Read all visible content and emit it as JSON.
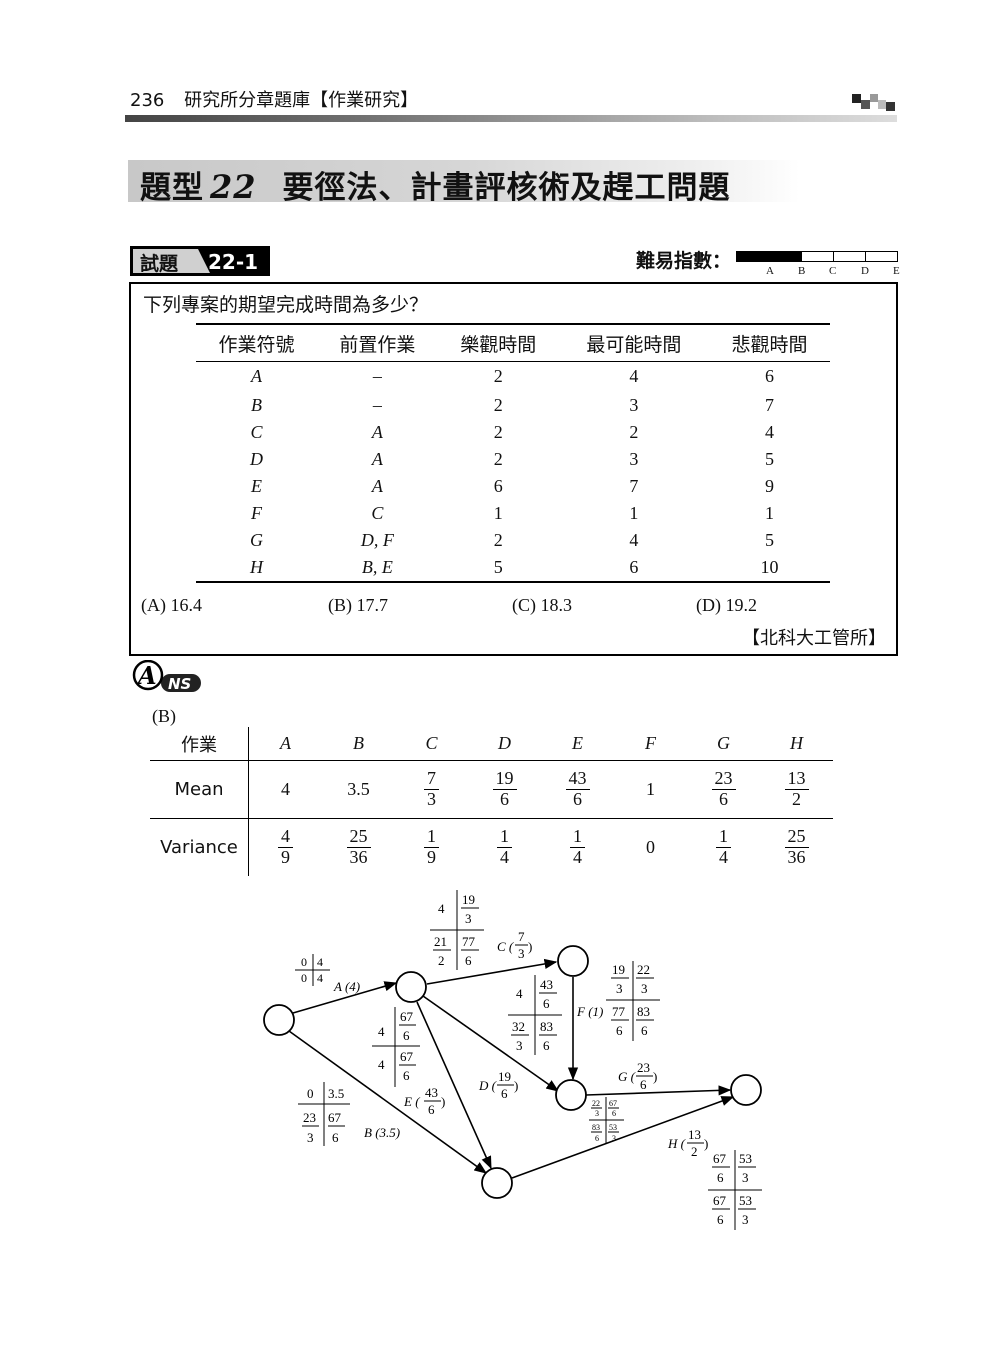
{
  "header": {
    "page_number": "236",
    "book_title": "研究所分章題庫【作業研究】"
  },
  "chapter": {
    "prefix": "題型",
    "number": "22",
    "title": "要徑法、計畫評核術及趕工問題"
  },
  "question": {
    "tag_label": "試題",
    "tag_number": "22-1",
    "difficulty_label": "難易指數：",
    "difficulty_level_fraction": 0.4,
    "difficulty_letters": [
      "A",
      "B",
      "C",
      "D",
      "E"
    ],
    "text": "下列專案的期望完成時間為多少？",
    "table": {
      "headers": [
        "作業符號",
        "前置作業",
        "樂觀時間",
        "最可能時間",
        "悲觀時間"
      ],
      "rows": [
        [
          "A",
          "–",
          "2",
          "4",
          "6"
        ],
        [
          "B",
          "–",
          "2",
          "3",
          "7"
        ],
        [
          "C",
          "A",
          "2",
          "2",
          "4"
        ],
        [
          "D",
          "A",
          "2",
          "3",
          "5"
        ],
        [
          "E",
          "A",
          "6",
          "7",
          "9"
        ],
        [
          "F",
          "C",
          "1",
          "1",
          "1"
        ],
        [
          "G",
          "D, F",
          "2",
          "4",
          "5"
        ],
        [
          "H",
          "B, E",
          "5",
          "6",
          "10"
        ]
      ]
    },
    "options": [
      "(A) 16.4",
      "(B) 17.7",
      "(C) 18.3",
      "(D) 19.2"
    ],
    "source": "【北科大工管所】"
  },
  "answer": {
    "logo_text": "NS",
    "logo_letter": "A",
    "choice": "(B)",
    "table": {
      "header_label": "作業",
      "activities": [
        "A",
        "B",
        "C",
        "D",
        "E",
        "F",
        "G",
        "H"
      ],
      "mean_label": "Mean",
      "variance_label": "Variance",
      "mean": [
        [
          "4"
        ],
        [
          "3.5"
        ],
        [
          "7",
          "3"
        ],
        [
          "19",
          "6"
        ],
        [
          "43",
          "6"
        ],
        [
          "1"
        ],
        [
          "23",
          "6"
        ],
        [
          "13",
          "2"
        ]
      ],
      "variance": [
        [
          "4",
          "9"
        ],
        [
          "25",
          "36"
        ],
        [
          "1",
          "9"
        ],
        [
          "1",
          "4"
        ],
        [
          "1",
          "4"
        ],
        [
          "0"
        ],
        [
          "1",
          "4"
        ],
        [
          "25",
          "36"
        ]
      ]
    },
    "network": {
      "arc_labels": {
        "A": "A (4)",
        "B": "B (3.5)",
        "F": "F (1)",
        "C": [
          "C (",
          "7",
          "3",
          ")"
        ],
        "D": [
          "D (",
          "19",
          "6",
          ")"
        ],
        "E": [
          "E (",
          "43",
          "6",
          ")"
        ],
        "G": [
          "G (",
          "23",
          "6",
          ")"
        ],
        "H": [
          "H (",
          "13",
          "2",
          ")"
        ]
      },
      "A_times": [
        "0",
        "4",
        "0",
        "4"
      ],
      "B_times": [
        "0",
        "3.5",
        "23",
        "3",
        "67",
        "6"
      ],
      "C_times": [
        "4",
        "19",
        "3",
        "21",
        "2",
        "77",
        "6"
      ],
      "D_times": [
        "4",
        "43",
        "6",
        "32",
        "3",
        "83",
        "6"
      ],
      "E_times": [
        "4",
        "67",
        "6",
        "4",
        "67",
        "6"
      ],
      "F_times": [
        "19",
        "3",
        "22",
        "3",
        "77",
        "6",
        "83",
        "6"
      ],
      "G_times": [
        "22",
        "3",
        "67",
        "6",
        "83",
        "6",
        "53",
        "3"
      ],
      "H_times": [
        "67",
        "6",
        "53",
        "3",
        "67",
        "6",
        "53",
        "3"
      ]
    }
  }
}
